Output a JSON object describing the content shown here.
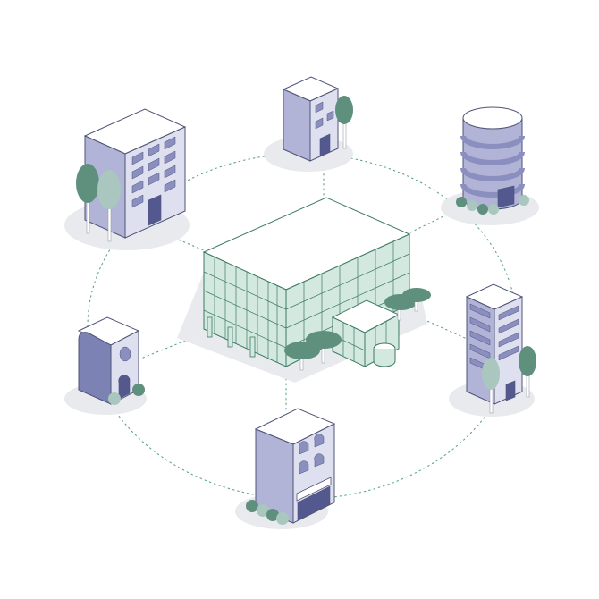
{
  "colors": {
    "background": "#ffffff",
    "shadow": "#e9eaee",
    "connector": "#5fa38c",
    "hub_glass": "#d3e8df",
    "hub_line": "#3e7a66",
    "hub_roof": "#ffffff",
    "tree_teal": "#5f8f7d",
    "tree_light": "#a9c7be",
    "bldg_left": "#b1b4d6",
    "bldg_right": "#dfe0ef",
    "bldg_roof": "#ffffff",
    "bldg_stroke": "#4f5378",
    "window": "#8b8fbf",
    "door": "#53598f"
  },
  "diagram": {
    "hub": {
      "icon": "hospital-building-icon"
    },
    "nodes": [
      {
        "id": "node-office-tower",
        "icon": "office-building-icon"
      },
      {
        "id": "node-small-office",
        "icon": "small-office-icon"
      },
      {
        "id": "node-round-tower",
        "icon": "cylinder-tower-icon"
      },
      {
        "id": "node-highrise",
        "icon": "highrise-building-icon"
      },
      {
        "id": "node-townhouse",
        "icon": "townhouse-icon"
      },
      {
        "id": "node-small-house",
        "icon": "small-house-icon"
      }
    ]
  }
}
